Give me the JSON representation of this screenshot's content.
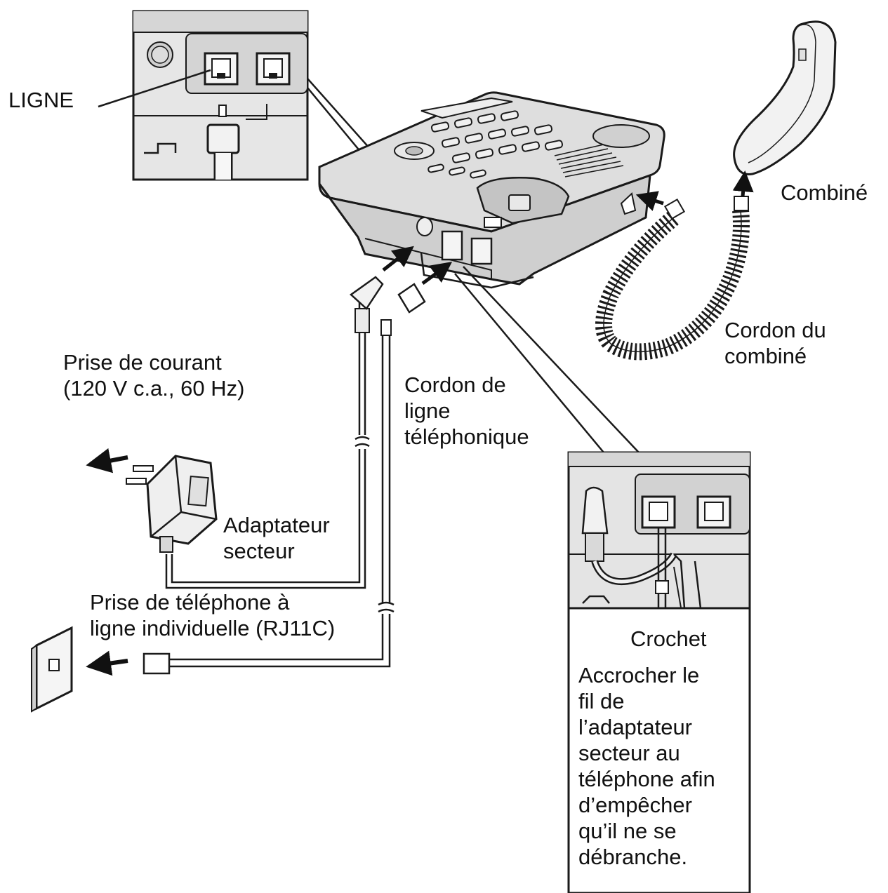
{
  "labels": {
    "ligne": "LIGNE",
    "combine": "Combiné",
    "cordon_combine": [
      "Cordon du",
      "combiné"
    ],
    "prise_courant": [
      "Prise de courant",
      "(120 V c.a., 60 Hz)"
    ],
    "cordon_ligne": [
      "Cordon de",
      "ligne",
      "téléphonique"
    ],
    "adaptateur": [
      "Adaptateur",
      "secteur"
    ],
    "prise_telephone": [
      "Prise de téléphone à",
      "ligne individuelle (RJ11C)"
    ],
    "crochet": "Crochet",
    "instruction": [
      "Accrocher le",
      "fil de",
      "l’adaptateur",
      "secteur au",
      "téléphone afin",
      "d’empêcher",
      "qu’il ne se",
      "débranche."
    ]
  },
  "colors": {
    "line": "#1a1a1a",
    "panel_fill": "#e4e4e4",
    "body_fill": "#d9d9d9",
    "dark_fill": "#bdbdbd",
    "arrow": "#111111"
  }
}
